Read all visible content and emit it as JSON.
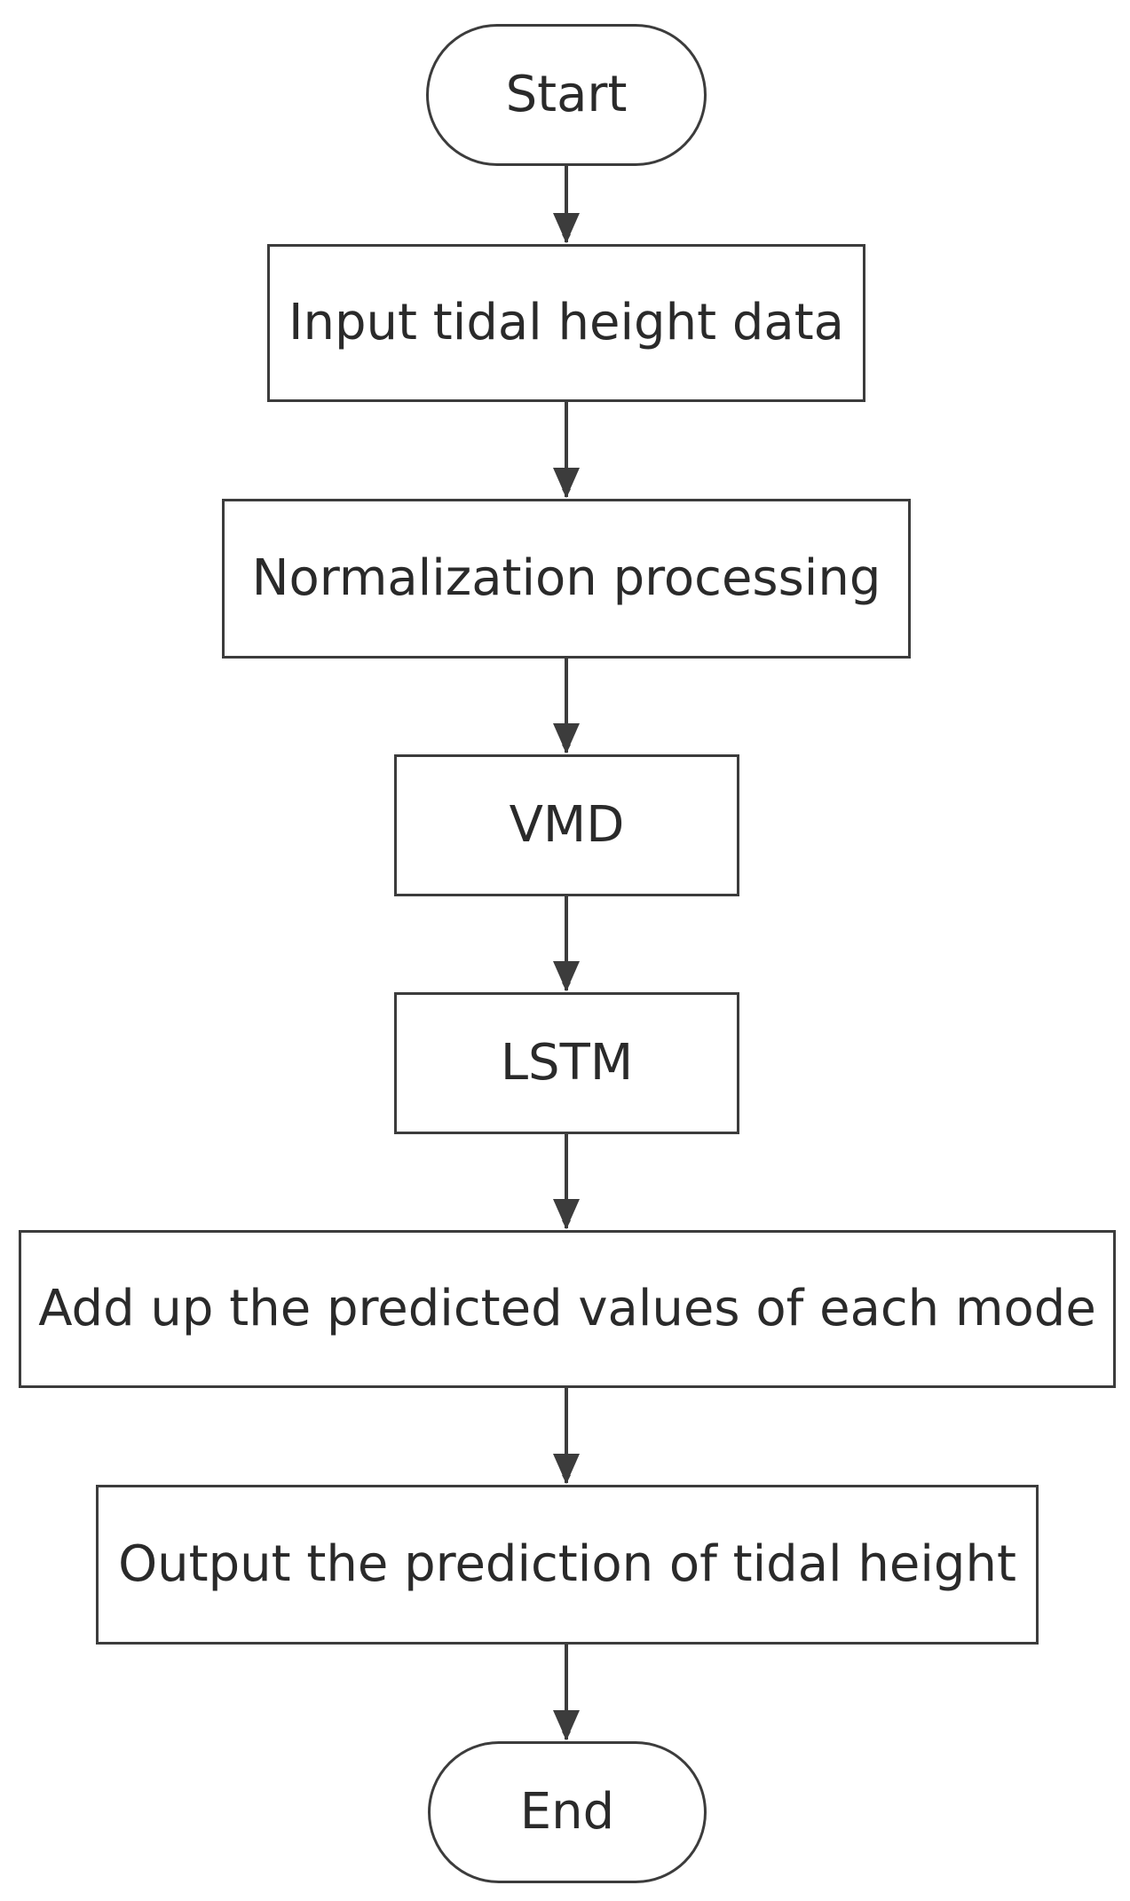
{
  "flowchart": {
    "nodes": [
      {
        "id": "start",
        "shape": "terminal",
        "label": "Start"
      },
      {
        "id": "input",
        "shape": "process",
        "label": "Input tidal height data"
      },
      {
        "id": "normalize",
        "shape": "process",
        "label": "Normalization processing"
      },
      {
        "id": "vmd",
        "shape": "process",
        "label": "VMD"
      },
      {
        "id": "lstm",
        "shape": "process",
        "label": "LSTM"
      },
      {
        "id": "sum",
        "shape": "process",
        "label": "Add up the predicted values of each mode"
      },
      {
        "id": "output",
        "shape": "process",
        "label": "Output the prediction of tidal height"
      },
      {
        "id": "end",
        "shape": "terminal",
        "label": "End"
      }
    ],
    "edges": [
      {
        "from": "start",
        "to": "input"
      },
      {
        "from": "input",
        "to": "normalize"
      },
      {
        "from": "normalize",
        "to": "vmd"
      },
      {
        "from": "vmd",
        "to": "lstm"
      },
      {
        "from": "lstm",
        "to": "sum"
      },
      {
        "from": "sum",
        "to": "output"
      },
      {
        "from": "output",
        "to": "end"
      }
    ]
  },
  "colors": {
    "stroke": "#3c3c3c",
    "text": "#2a2a2a",
    "background": "#ffffff"
  }
}
